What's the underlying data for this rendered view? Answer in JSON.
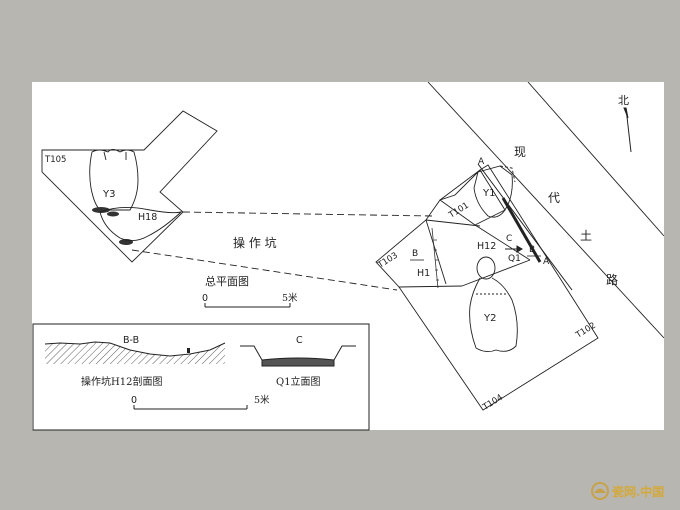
{
  "north_label": "北",
  "road_chars": [
    "现",
    "代",
    "土",
    "路"
  ],
  "units": {
    "t105": "T105",
    "t101": "T101",
    "t103": "T103",
    "t102": "T102",
    "t104": "T104"
  },
  "features": {
    "y3": "Y3",
    "y1": "Y1",
    "y2": "Y2",
    "h18": "H18",
    "h12": "H12",
    "h1": "H1",
    "q1": "Q1"
  },
  "section_marks": {
    "a_top": "A",
    "a_bottom": "A",
    "b_left": "B",
    "b_right": "B",
    "c": "C"
  },
  "pit_label": "操 作 坑",
  "plan_title": "总平面图",
  "plan_scale": {
    "zero": "0",
    "end": "5米"
  },
  "inset": {
    "bb_label": "B-B",
    "bb_caption": "操作坑H12剖面图",
    "c_label": "C",
    "c_caption": "Q1立面图",
    "scale_zero": "0",
    "scale_end": "5米"
  },
  "watermark": "瓷网.中国"
}
